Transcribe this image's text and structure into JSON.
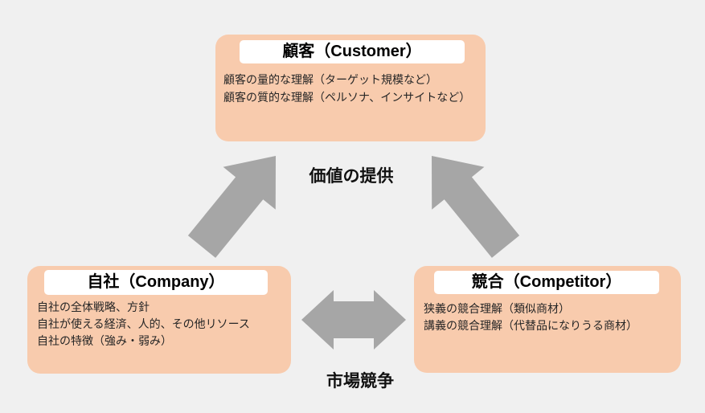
{
  "colors": {
    "background": "#F0F0F0",
    "box_fill": "#F8CBAD",
    "title_band_fill": "#FFFFFF",
    "arrow": "#A6A6A6",
    "text": "#262626"
  },
  "boxes": {
    "customer": {
      "title": "顧客（Customer）",
      "lines": [
        "顧客の量的な理解（ターゲット規模など）",
        "顧客の質的な理解（ペルソナ、インサイトなど）"
      ]
    },
    "company": {
      "title": "自社（Company）",
      "lines": [
        "自社の全体戦略、方針",
        "自社が使える経済、人的、その他リソース",
        "自社の特徴（強み・弱み）"
      ]
    },
    "competitor": {
      "title": "競合（Competitor）",
      "lines": [
        "狭義の競合理解（類似商材）",
        "講義の競合理解（代替品になりうる商材）"
      ]
    }
  },
  "labels": {
    "top": "価値の提供",
    "bottom": "市場競争"
  }
}
